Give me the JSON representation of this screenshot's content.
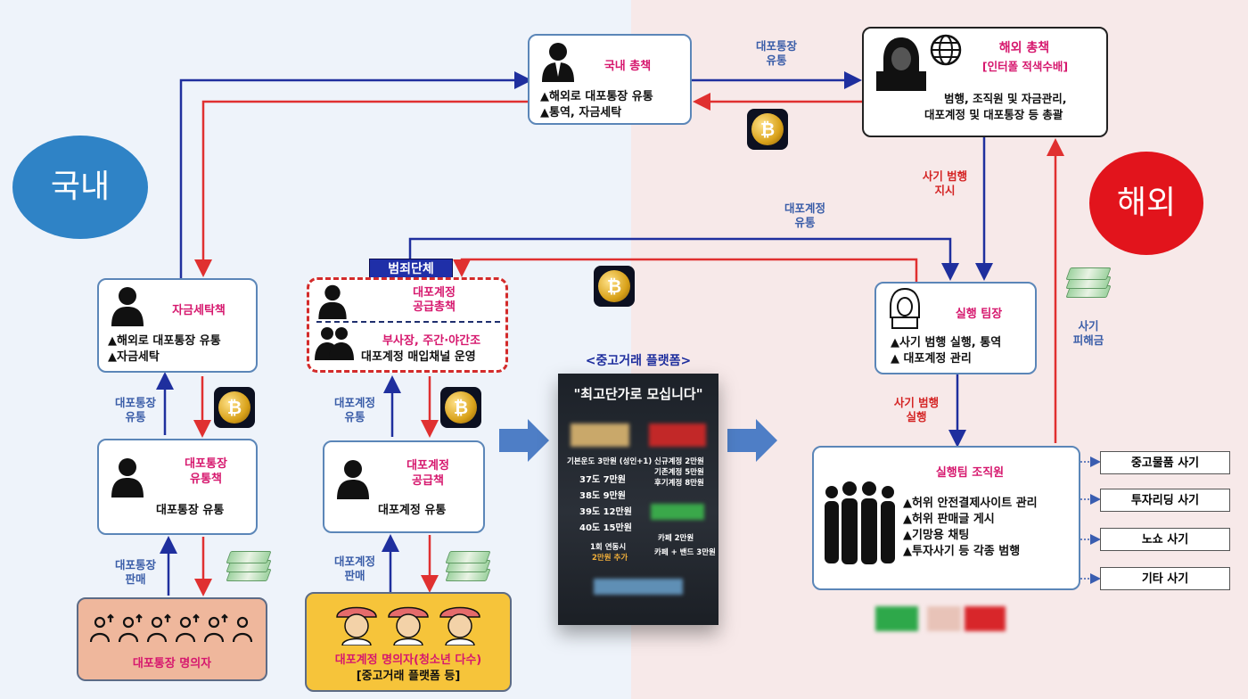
{
  "regions": {
    "domestic": "국내",
    "overseas": "해외"
  },
  "domestic_boss": {
    "title": "국내 총책",
    "lines": [
      "▲해외로 대포통장 유통",
      "▲통역, 자금세탁"
    ]
  },
  "overseas_boss": {
    "title": "해외 총책",
    "subtitle": "[인터폴 적색수배]",
    "lines": [
      "범행, 조직원 및 자금관리,",
      "대포계정 및 대포통장 등 총괄"
    ]
  },
  "laundering": {
    "title": "자금세탁책",
    "lines": [
      "▲해외로 대포통장 유통",
      "▲자금세탁"
    ]
  },
  "crime_group_tag": "범죄단체",
  "acct_supply_boss": {
    "title_lines": [
      "대포계정",
      "공급총책"
    ],
    "sub_title": "부사장, 주간·야간조",
    "sub_line": "대포계정 매입채널 운영"
  },
  "bank_distributor": {
    "title_lines": [
      "대포통장",
      "유통책"
    ],
    "line": "대포통장 유통"
  },
  "acct_supplier": {
    "title_lines": [
      "대포계정",
      "공급책"
    ],
    "line": "대포계정 유통"
  },
  "bank_holders": {
    "label": "대포통장 명의자"
  },
  "acct_holders": {
    "label": "대포계정 명의자(청소년 다수)",
    "sub": "[중고거래 플랫폼 등]"
  },
  "exec_leader": {
    "title": "실행 팀장",
    "lines": [
      "▲사기 범행 실행, 통역",
      "▲ 대포계정 관리"
    ]
  },
  "exec_team": {
    "title": "실행팀 조직원",
    "lines": [
      "▲허위 안전결제사이트 관리",
      "▲허위 판매글 게시",
      "▲기망용 채팅",
      "▲투자사기 등 각종 범행"
    ]
  },
  "platform": {
    "label": "<중고거래 플랫폼>",
    "headline": "\"최고단가로 모십니다\"",
    "left_lines": [
      "기본운도 3만원 (성인+1)",
      "37도 7만원",
      "38도 9만원",
      "39도 12만원",
      "40도 15만원",
      "1회 연동시",
      "2만원 추가"
    ],
    "right_lines": [
      "신규계정 2만원",
      "기존계정 5만원",
      "후기계정 8만원",
      "카페 2만원",
      "카페 + 밴드 3만원"
    ]
  },
  "flow_labels": {
    "top_blue": [
      "대포통장",
      "유통"
    ],
    "overseas_order": [
      "사기 범행",
      "지시"
    ],
    "acct_flow_top": [
      "대포계정",
      "유통"
    ],
    "bank_flow_mid": [
      "대포통장",
      "유통"
    ],
    "bank_sale": [
      "대포통장",
      "판매"
    ],
    "acct_flow_mid": [
      "대포계정",
      "유통"
    ],
    "acct_sale": [
      "대포계정",
      "판매"
    ],
    "exec_flow": [
      "사기 범행",
      "실행"
    ],
    "victim_money": [
      "사기",
      "피해금"
    ]
  },
  "scam_types": [
    "중고물품 사기",
    "투자리딩 사기",
    "노쇼 사기",
    "기타 사기"
  ],
  "colors": {
    "blue_arrow": "#1f2f9e",
    "red_arrow": "#e03030",
    "magenta": "#d6186e",
    "domestic_oval": "#2f83c6",
    "overseas_oval": "#e2141c"
  }
}
